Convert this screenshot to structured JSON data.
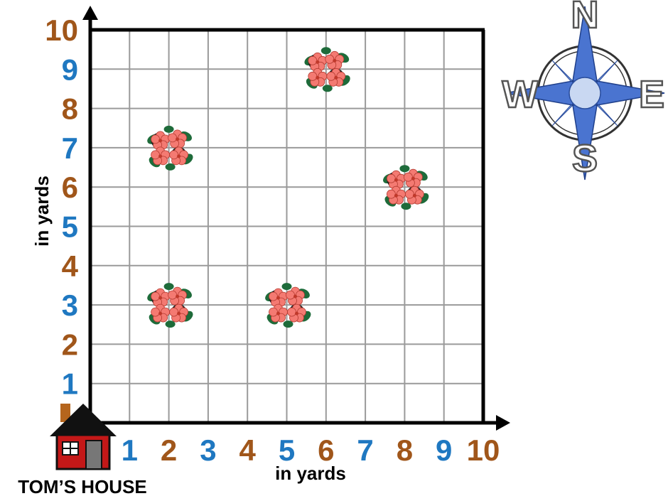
{
  "grid": {
    "x_ticks": [
      "1",
      "2",
      "3",
      "4",
      "5",
      "6",
      "7",
      "8",
      "9",
      "10"
    ],
    "y_ticks": [
      "1",
      "2",
      "3",
      "4",
      "5",
      "6",
      "7",
      "8",
      "9",
      "10"
    ],
    "x_axis_label": "in yards",
    "y_axis_label": "in yards",
    "range": [
      0,
      10
    ]
  },
  "flowers": [
    {
      "x": 2,
      "y": 7
    },
    {
      "x": 2,
      "y": 3
    },
    {
      "x": 5,
      "y": 3
    },
    {
      "x": 6,
      "y": 9
    },
    {
      "x": 8,
      "y": 6
    }
  ],
  "house": {
    "label": "TOM’S HOUSE"
  },
  "compass": {
    "north": "N",
    "south": "S",
    "east": "E",
    "west": "W"
  },
  "colors": {
    "tick_odd": "#1f78c1",
    "tick_even": "#a0561a",
    "grid_line": "#9a9a9a",
    "axis": "#000000",
    "petal": "#f47a72",
    "petal_center": "#c0392b",
    "leaf": "#1e6b3a",
    "house_wall": "#c41818",
    "house_roof": "#111111",
    "compass_blue": "#4a74d0",
    "compass_light": "#c9d8f2"
  }
}
